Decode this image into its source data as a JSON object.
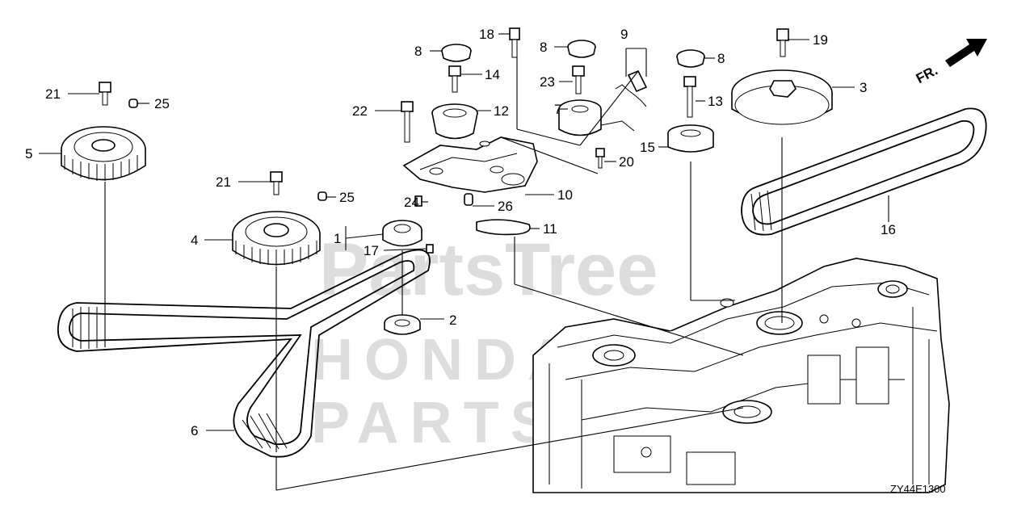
{
  "diagram": {
    "reference_code": "ZY44E1300",
    "direction_marker": "FR.",
    "watermarks": [
      "PartsTree",
      "HONDA",
      "PARTS"
    ],
    "callouts": [
      "1",
      "2",
      "3",
      "4",
      "5",
      "6",
      "7",
      "8",
      "8",
      "8",
      "9",
      "10",
      "11",
      "12",
      "13",
      "14",
      "15",
      "16",
      "17",
      "18",
      "19",
      "20",
      "21",
      "21",
      "22",
      "23",
      "24",
      "25",
      "25",
      "26"
    ]
  }
}
